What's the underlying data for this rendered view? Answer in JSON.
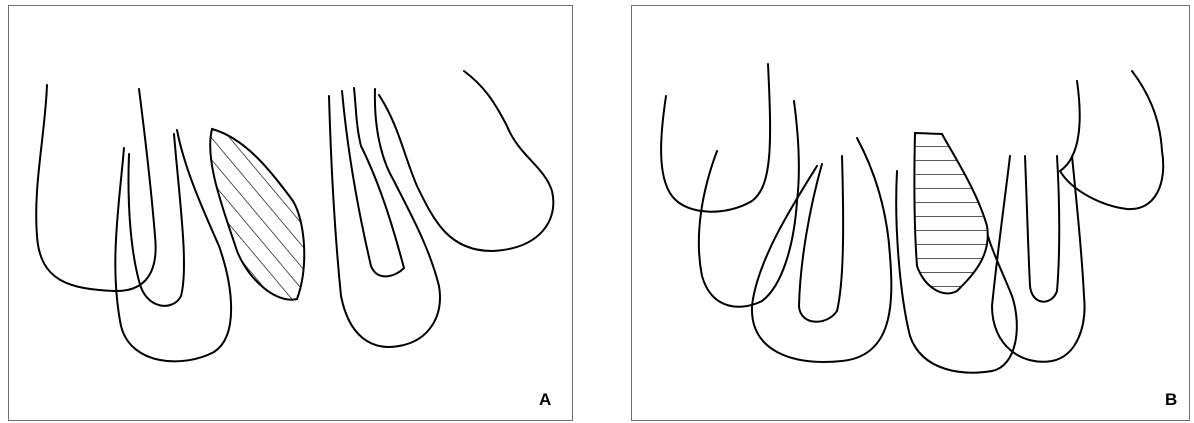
{
  "panels": [
    {
      "label": "A",
      "hatch_style": "diagonal"
    },
    {
      "label": "B",
      "hatch_style": "horizontal"
    }
  ],
  "colors": {
    "line": "#000000",
    "frame": "#6f6f6f",
    "background": "#ffffff"
  }
}
